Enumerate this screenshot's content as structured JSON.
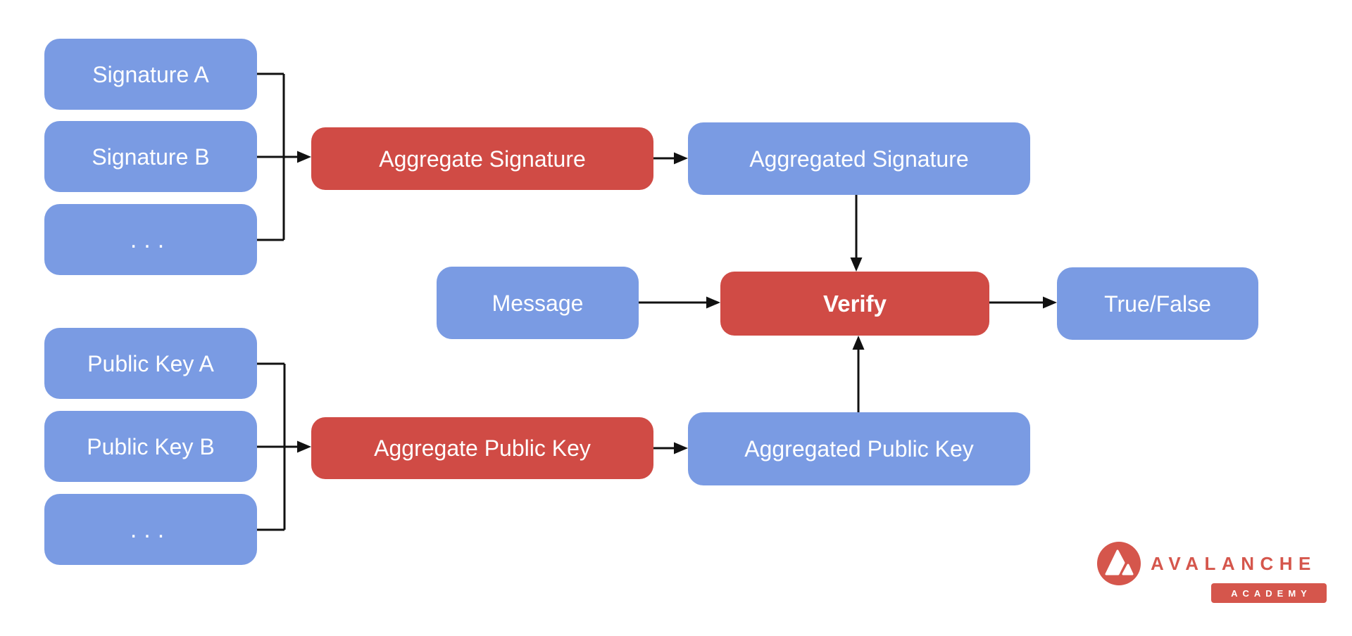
{
  "colors": {
    "node_blue": "#7A9BE3",
    "node_red": "#D04B45",
    "logo_red": "#D5564C",
    "arrow": "#111111",
    "text": "#FFFFFF"
  },
  "nodes": {
    "signature_a": "Signature A",
    "signature_b": "Signature B",
    "signature_more": "...",
    "aggregate_signature": "Aggregate Signature",
    "aggregated_signature": "Aggregated Signature",
    "message": "Message",
    "verify": "Verify",
    "true_false": "True/False",
    "public_key_a": "Public Key A",
    "public_key_b": "Public Key B",
    "public_key_more": "...",
    "aggregate_public_key": "Aggregate Public Key",
    "aggregated_public_key": "Aggregated Public Key"
  },
  "branding": {
    "wordmark": "AVALANCHE",
    "badge": "ACADEMY"
  }
}
